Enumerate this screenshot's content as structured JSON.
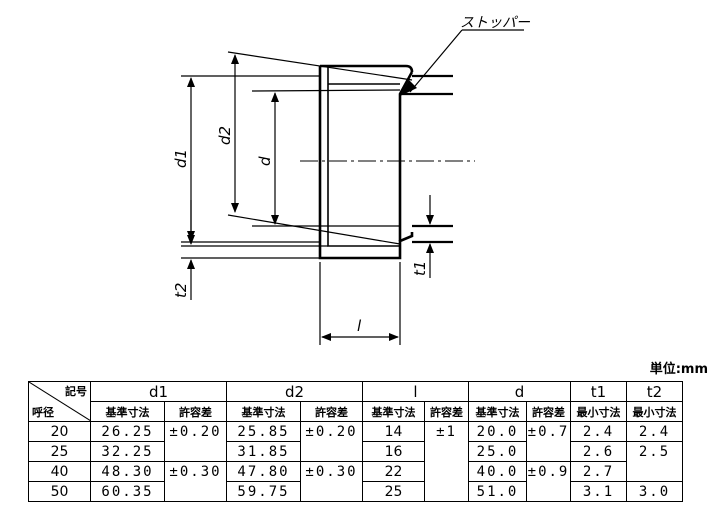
{
  "drawing": {
    "stopper_label": "ストッパー",
    "dims": {
      "d1": "d1",
      "d2": "d2",
      "d": "d",
      "l": "l",
      "t1": "t1",
      "t2": "t2"
    }
  },
  "unit_label": "単位:mm",
  "table": {
    "corner_top": "記号",
    "corner_bottom": "呼径",
    "groups": {
      "d1": "d1",
      "d2": "d2",
      "l": "l",
      "d": "d",
      "t1": "t1",
      "t2": "t2"
    },
    "sub": {
      "base": "基準寸法",
      "tol": "許容差",
      "min": "最小寸法"
    },
    "rows": [
      {
        "nominal": "20",
        "d1": "26.25",
        "d1_tol": "±0.20",
        "d2": "25.85",
        "d2_tol": "±0.20",
        "l": "14",
        "l_tol": "±1",
        "d": "20.0",
        "d_tol": "±0.7",
        "t1": "2.4",
        "t2": "2.4"
      },
      {
        "nominal": "25",
        "d1": "32.25",
        "d2": "31.85",
        "l": "16",
        "d": "25.0",
        "t1": "2.6",
        "t2": "2.5"
      },
      {
        "nominal": "40",
        "d1": "48.30",
        "d1_tol": "±0.30",
        "d2": "47.80",
        "d2_tol": "±0.30",
        "l": "22",
        "d": "40.0",
        "d_tol": "±0.9",
        "t1": "2.7"
      },
      {
        "nominal": "50",
        "d1": "60.35",
        "d2": "59.75",
        "l": "25",
        "d": "51.0",
        "t1": "3.1",
        "t2": "3.0"
      }
    ]
  }
}
